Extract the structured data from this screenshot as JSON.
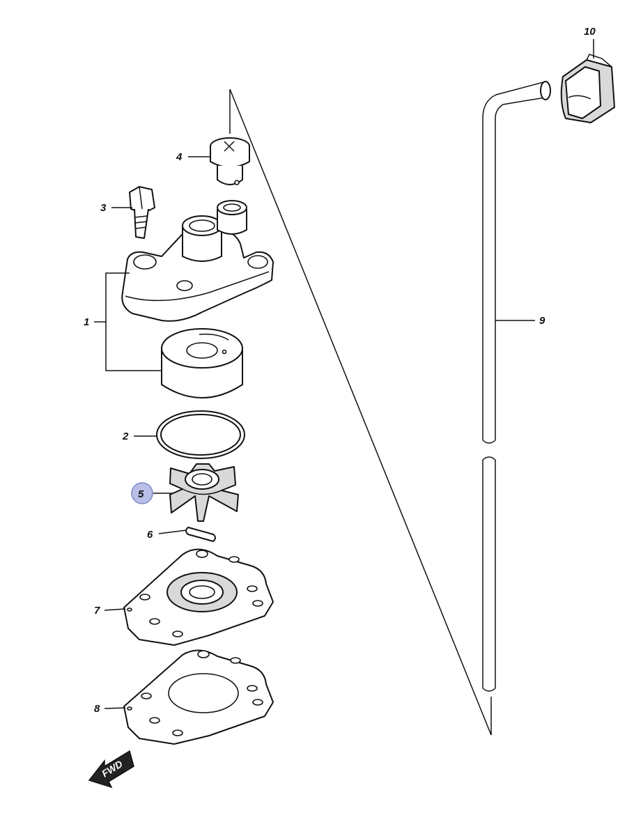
{
  "colors": {
    "ink": "#111111",
    "part_fill": "#d9d9d9",
    "part_shade": "#9a9a9a",
    "highlight": "#b9bfe6",
    "highlight_stroke": "#7f88c9"
  },
  "callouts": {
    "p1": "1",
    "p2": "2",
    "p3": "3",
    "p4": "4",
    "p5": "5",
    "p6": "6",
    "p7": "7",
    "p8": "8",
    "p9": "9",
    "p10": "10"
  },
  "highlighted_part": "5",
  "fwd_label": "FWD",
  "icons": {
    "fwd": "arrow-fwd-icon"
  }
}
